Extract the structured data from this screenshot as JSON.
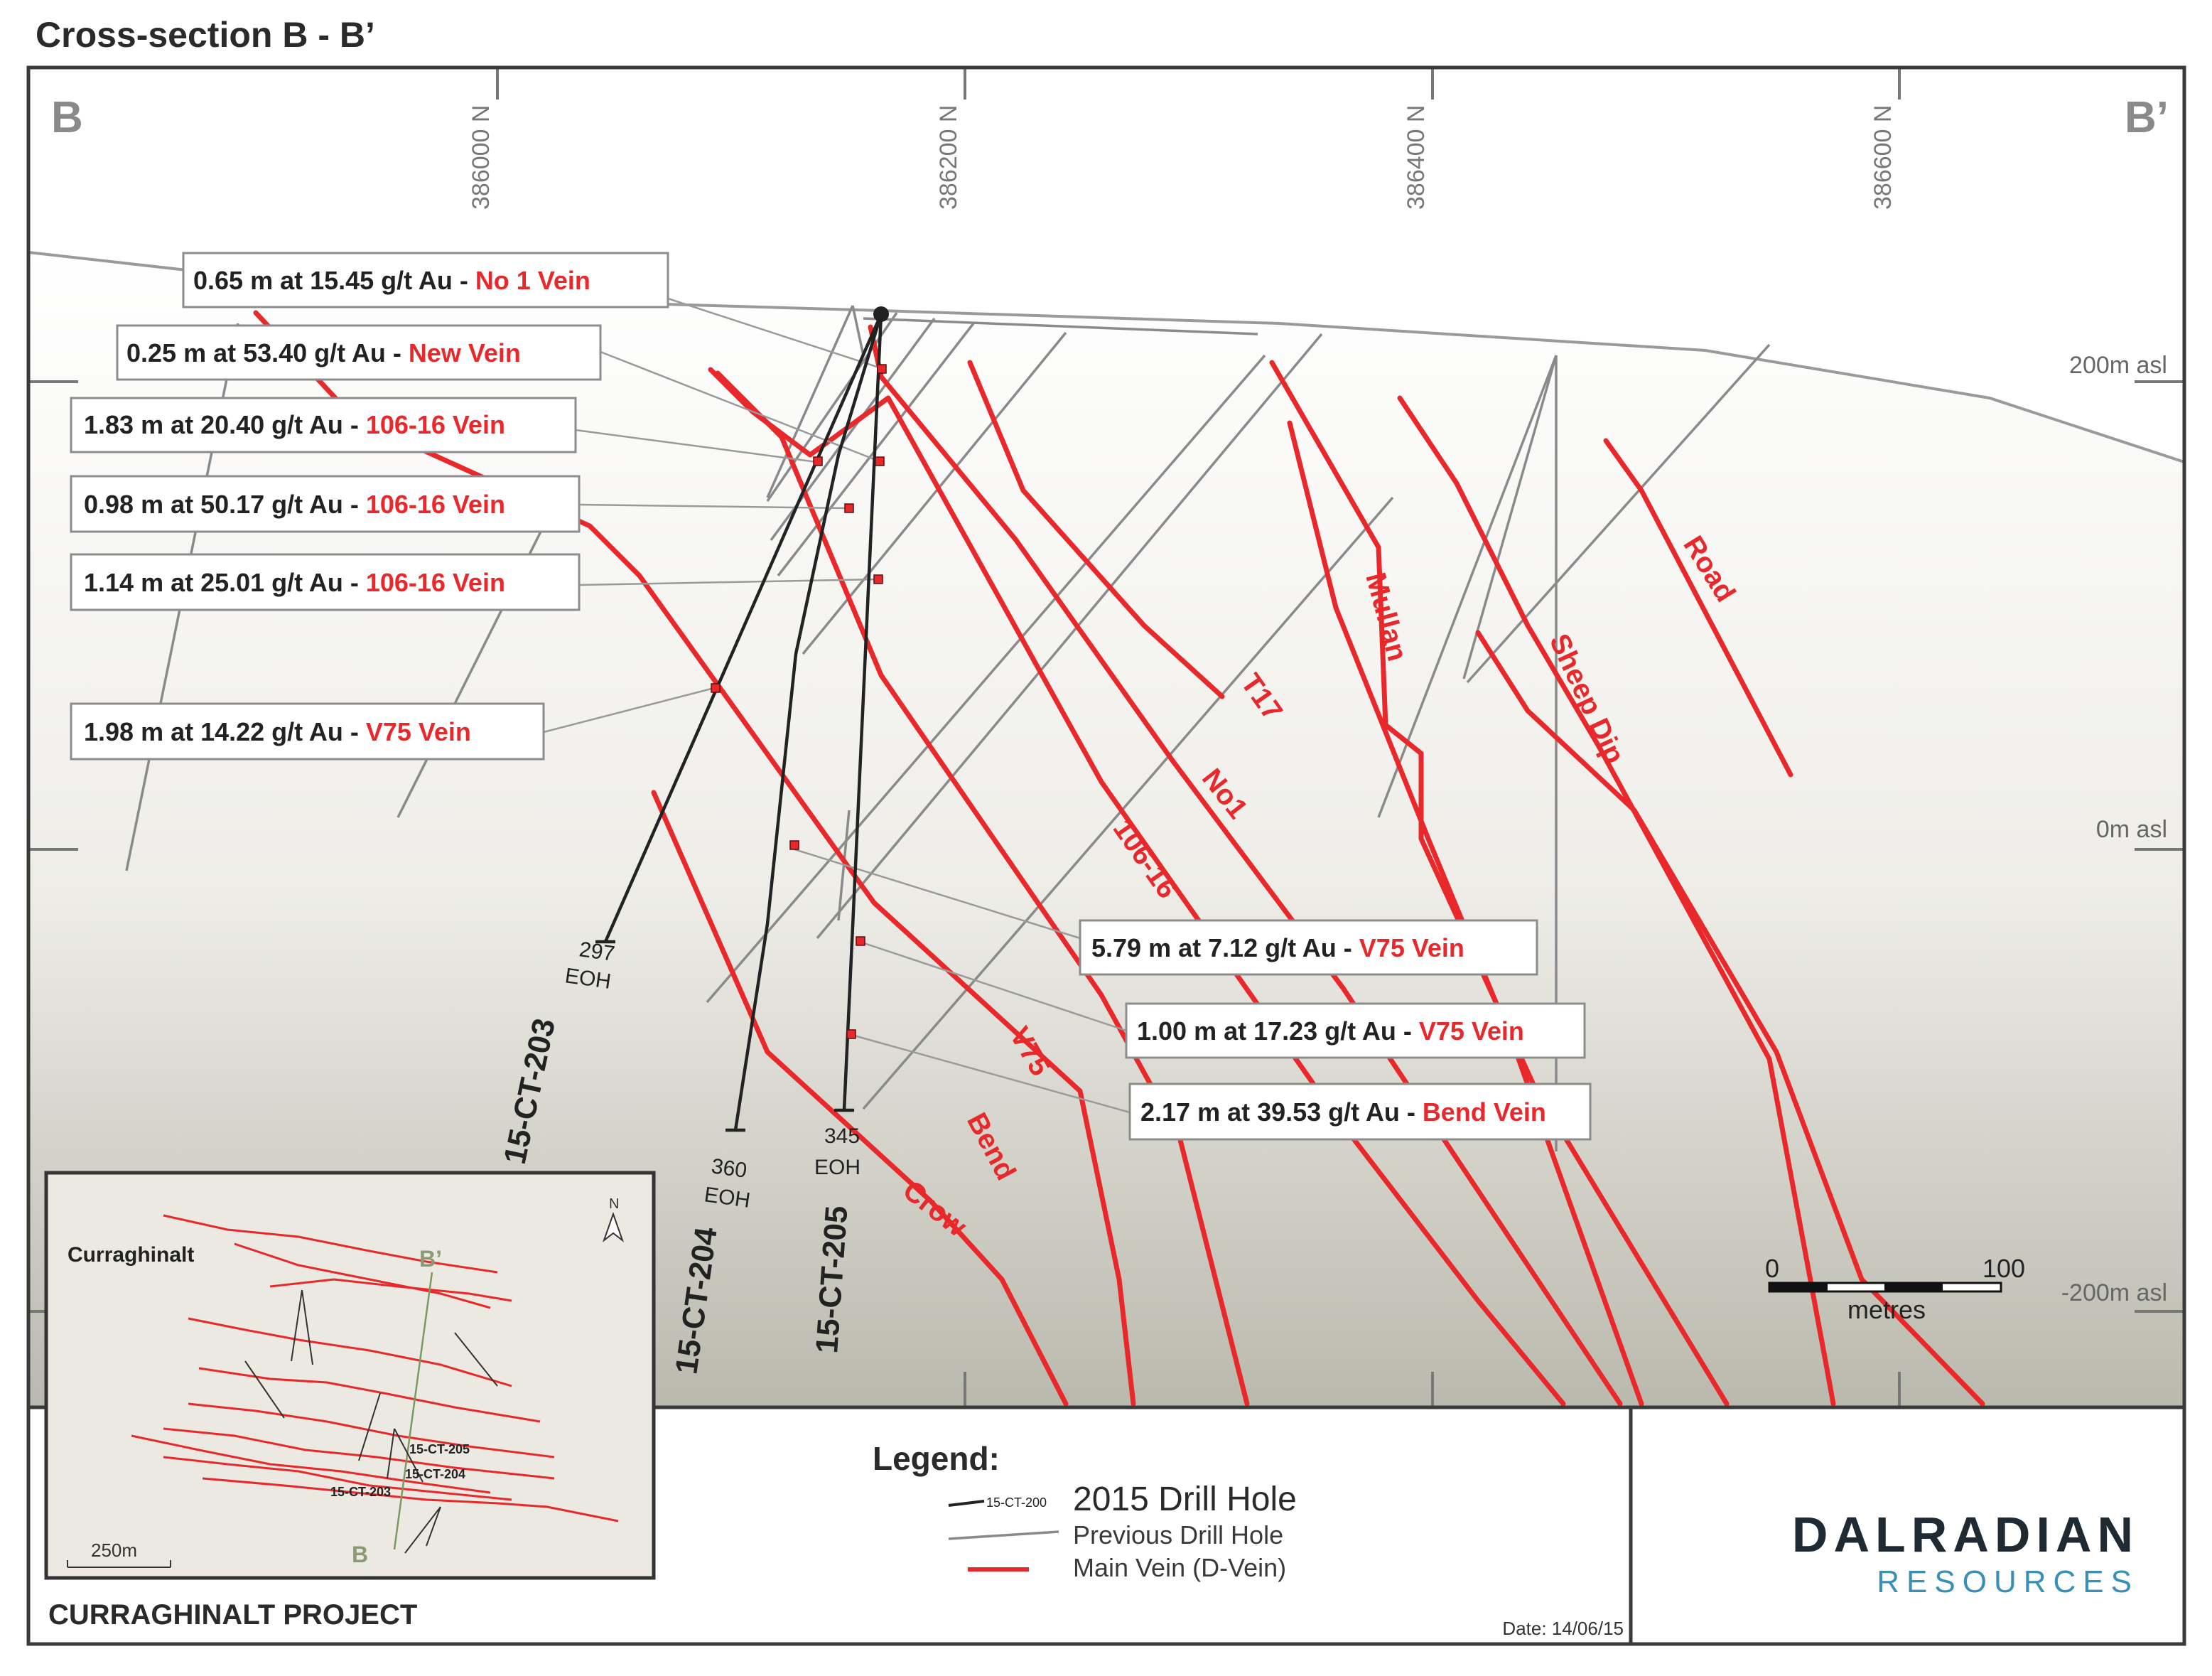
{
  "title": "Cross-section B - B’",
  "section": {
    "left_label": "B",
    "right_label": "B’",
    "northings": [
      "386000 N",
      "386200 N",
      "386400 N",
      "386600 N"
    ],
    "elevations": [
      "200m asl",
      "0m asl",
      "-200m asl"
    ]
  },
  "intercepts": [
    {
      "text": "0.65 m at 15.45 g/t Au - ",
      "vein": "No 1 Vein"
    },
    {
      "text": "0.25 m at 53.40 g/t Au - ",
      "vein": "New Vein"
    },
    {
      "text": "1.83 m at 20.40 g/t Au - ",
      "vein": "106-16 Vein"
    },
    {
      "text": "0.98 m at 50.17 g/t Au - ",
      "vein": "106-16 Vein"
    },
    {
      "text": "1.14 m at 25.01 g/t Au - ",
      "vein": "106-16 Vein"
    },
    {
      "text": "1.98 m at 14.22 g/t Au - ",
      "vein": "V75 Vein"
    },
    {
      "text": "5.79 m at 7.12 g/t Au - ",
      "vein": "V75 Vein"
    },
    {
      "text": "1.00 m at 17.23 g/t Au - ",
      "vein": "V75 Vein"
    },
    {
      "text": "2.17 m at 39.53 g/t Au - ",
      "vein": "Bend Vein"
    }
  ],
  "veins": [
    "Mullan",
    "Road",
    "Sheep Dip",
    "T17",
    "No1",
    "106-16",
    "V75",
    "Bend",
    "Crow"
  ],
  "drill_holes": [
    {
      "name": "15-CT-203",
      "depth": "297",
      "eoh": "EOH"
    },
    {
      "name": "15-CT-204",
      "depth": "360",
      "eoh": "EOH"
    },
    {
      "name": "15-CT-205",
      "depth": "345",
      "eoh": "EOH"
    }
  ],
  "scale_bar": {
    "start": "0",
    "end": "100",
    "unit": "metres"
  },
  "inset": {
    "place": "Curraghinalt",
    "north": "N",
    "b_label": "B",
    "bp_label": "B’",
    "holes": [
      "15-CT-205",
      "15-CT-204",
      "15-CT-203"
    ],
    "scale": "250m"
  },
  "project": "CURRAGHINALT PROJECT",
  "legend": {
    "title": "Legend:",
    "sample_label": "15-CT-200",
    "items": [
      "2015 Drill Hole",
      "Previous Drill Hole",
      "Main Vein (D-Vein)"
    ]
  },
  "date": "Date: 14/06/15",
  "logo": {
    "line1": "DALRADIAN",
    "line2": "RESOURCES"
  },
  "colors": {
    "vein": "#e8282b",
    "prev_hole": "#8a8a8a",
    "new_hole": "#222222",
    "logo_dark": "#1f2a33",
    "logo_accent": "#3a8fb7"
  }
}
